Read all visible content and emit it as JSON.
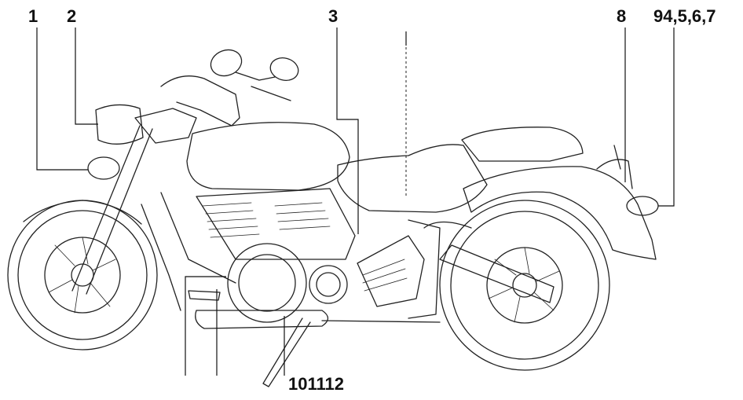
{
  "diagram": {
    "callouts": {
      "c1": "1",
      "c2": "2",
      "c3": "3",
      "c8": "8",
      "c9": "94,5,6,7",
      "c10": "101112"
    }
  }
}
